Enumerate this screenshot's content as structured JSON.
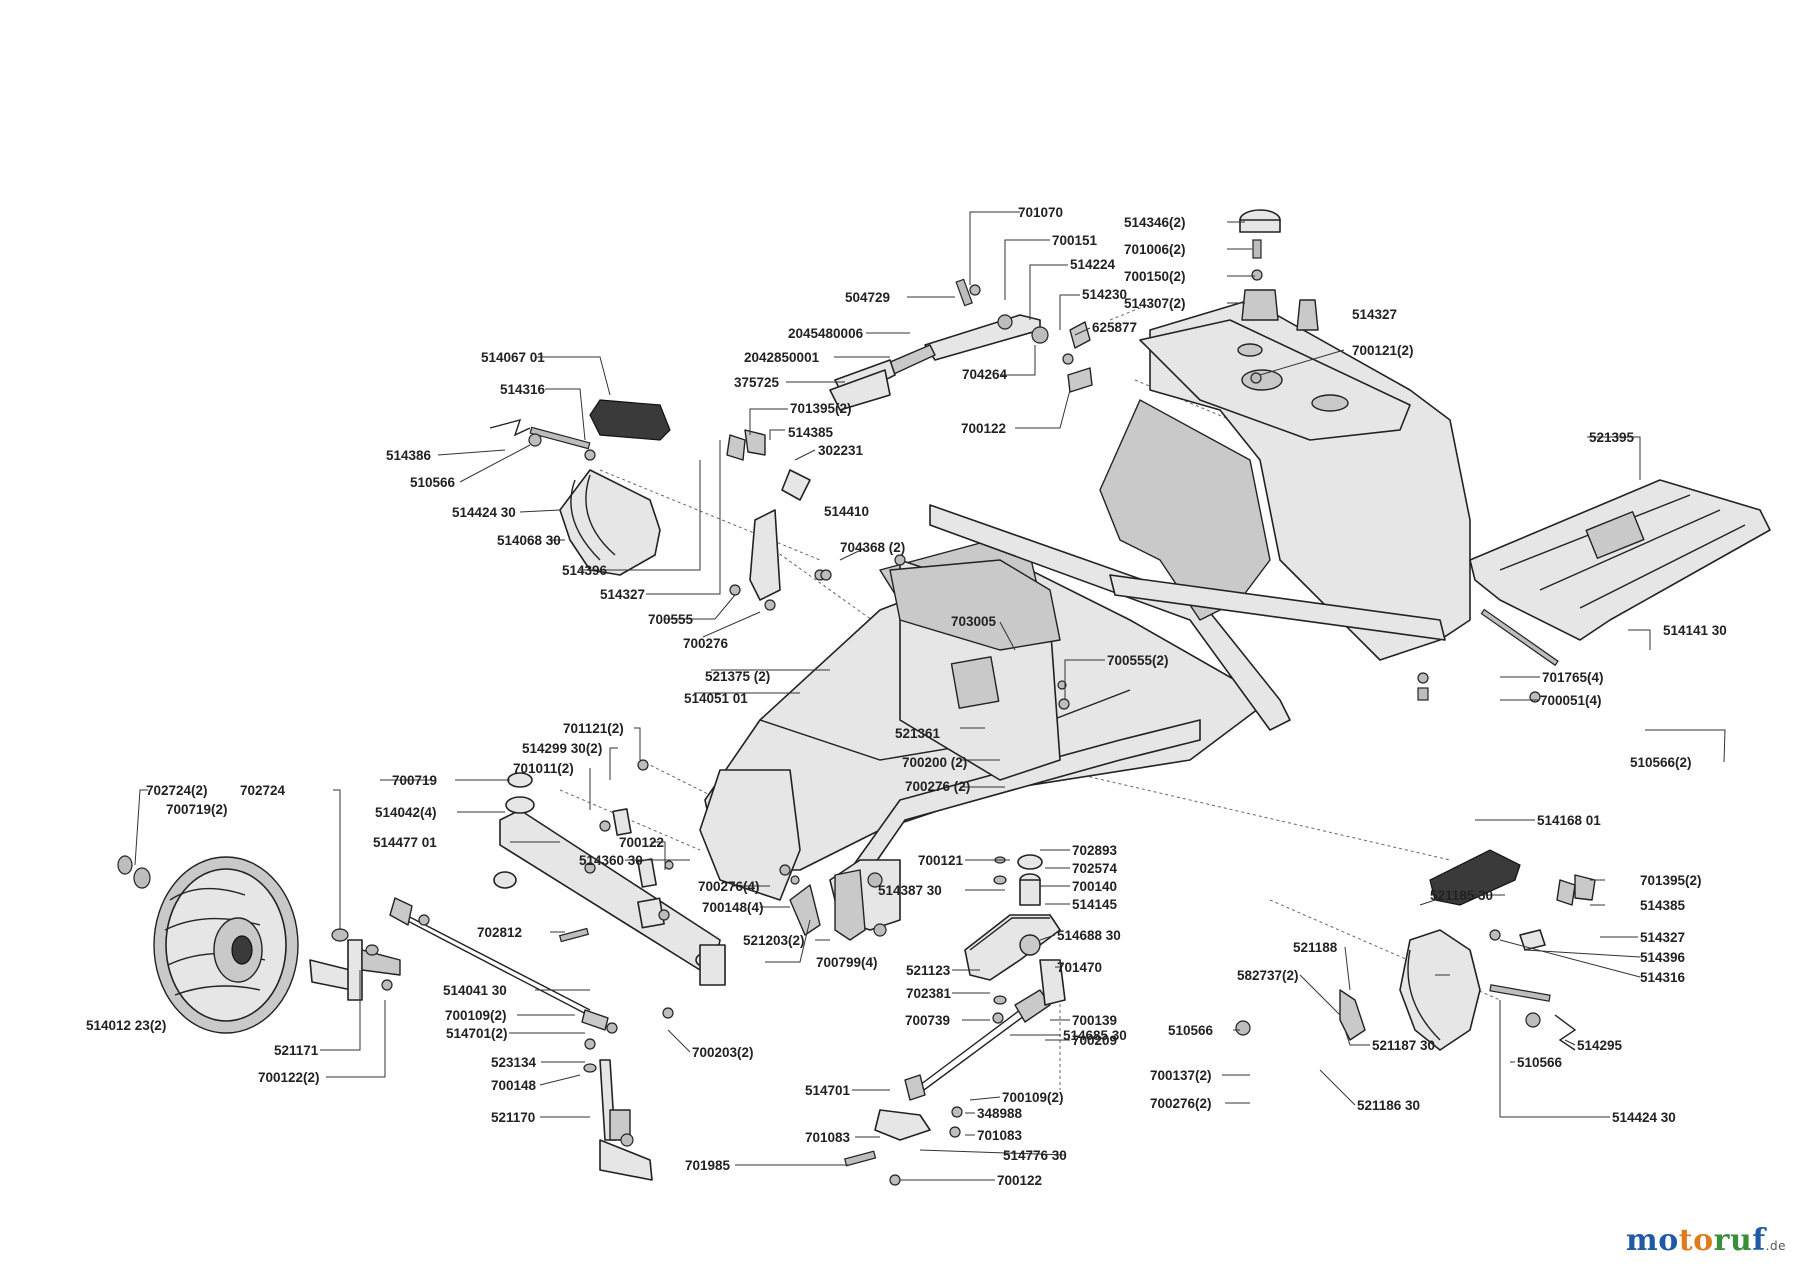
{
  "brand": {
    "part1": "mo",
    "part2": "to",
    "part3": "ru",
    "part4": "f",
    "tld": ".de"
  },
  "labels": [
    "701070",
    "700151",
    "514224",
    "504729",
    "514230",
    "625877",
    "2045480006",
    "2042850001",
    "375725",
    "704264",
    "514346(2)",
    "701006(2)",
    "700150(2)",
    "514307(2)",
    "514327",
    "700121(2)",
    "700122",
    "514067 01",
    "514316",
    "701395(2)",
    "514385",
    "302231",
    "514386",
    "510566",
    "514424 30",
    "514068 30",
    "514396",
    "514327",
    "514410",
    "704368 (2)",
    "700555",
    "700276",
    "521395",
    "703005",
    "700555(2)",
    "521375 (2)",
    "514051 01",
    "514141 30",
    "701765(4)",
    "700051(4)",
    "521361",
    "700200 (2)",
    "700276 (2)",
    "510566(2)",
    "701121(2)",
    "514299 30(2)",
    "701011(2)",
    "702724(2)",
    "702724",
    "700719",
    "700719(2)",
    "514042(4)",
    "514477 01",
    "700122",
    "514360 30",
    "514168 01",
    "702893",
    "702574",
    "700121",
    "700140",
    "514387 30",
    "514145",
    "700276(4)",
    "700148(4)",
    "521185 30",
    "701395(2)",
    "702812",
    "521203(2)",
    "514385",
    "514688 30",
    "514327",
    "700799(4)",
    "521123",
    "701470",
    "521188",
    "514396",
    "702381",
    "514316",
    "582737(2)",
    "514041 30",
    "700739",
    "700139",
    "514012 23(2)",
    "700109(2)",
    "514701(2)",
    "700209",
    "510566",
    "521187 30",
    "514295",
    "521171",
    "700203(2)",
    "514685 30",
    "523134",
    "700137(2)",
    "700148",
    "700122(2)",
    "514701",
    "700109(2)",
    "521186 30",
    "510566",
    "700276(2)",
    "348988",
    "514424 30",
    "521170",
    "701083",
    "701083",
    "514776 30",
    "701985",
    "700122"
  ]
}
